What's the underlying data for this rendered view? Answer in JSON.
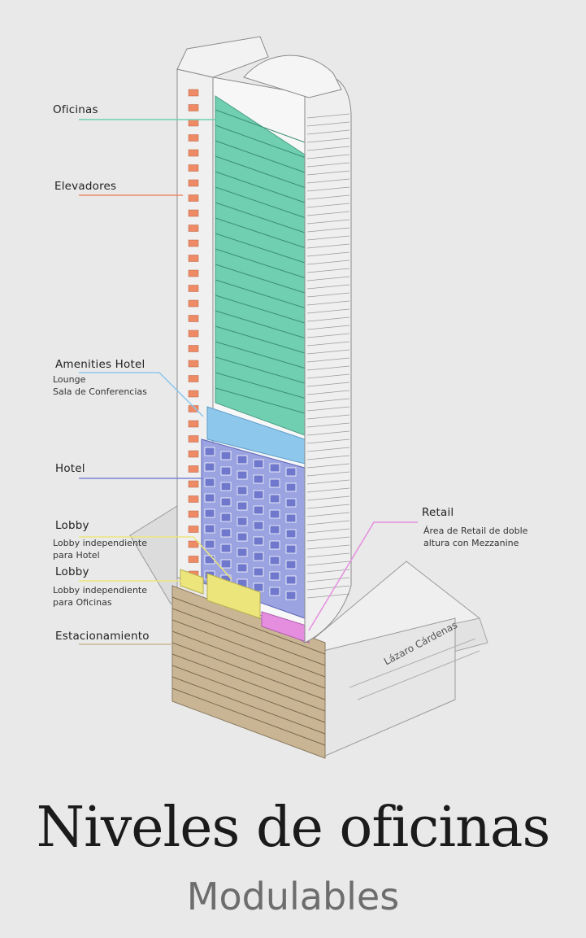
{
  "labels": {
    "oficinas": "Oficinas",
    "elevadores": "Elevadores",
    "amenities_title": "Amenities Hotel",
    "amenities_line1": "Lounge",
    "amenities_line2": "Sala de Conferencias",
    "hotel": "Hotel",
    "lobby_hotel_title": "Lobby",
    "lobby_hotel_line1": "Lobby independiente",
    "lobby_hotel_line2": "para Hotel",
    "lobby_oficinas_title": "Lobby",
    "lobby_oficinas_line1": "Lobby independiente",
    "lobby_oficinas_line2": "para Oficinas",
    "estacionamiento": "Estacionamiento",
    "retail_title": "Retail",
    "retail_line1": "Área de Retail de doble",
    "retail_line2": "altura con Mezzanine"
  },
  "street_name": "Lázaro Cárdenas",
  "title": "Niveles de oficinas",
  "subtitle": "Modulables",
  "colors": {
    "background": "#e9e9e9",
    "oficinas": "#6fcfb0",
    "elevadores": "#ee8a66",
    "amenities": "#8ec7ec",
    "hotel": "#7b84d6",
    "lobby": "#ece57c",
    "estacionamiento": "#c9b593",
    "retail": "#e58ee0",
    "building": "#f4f4f4",
    "line": "#8a8a8a"
  }
}
